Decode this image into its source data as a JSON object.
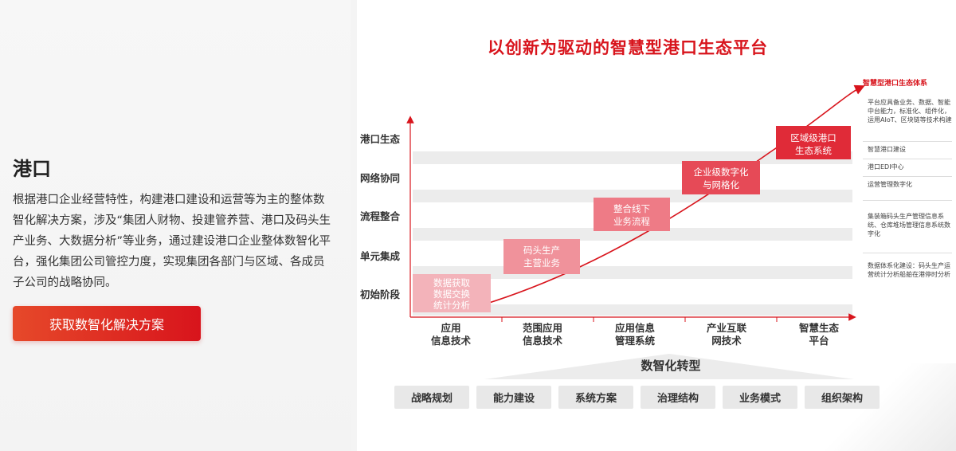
{
  "left": {
    "heading": "港口",
    "description": "根据港口企业经营特性，构建港口建设和运营等为主的整体数智化解决方案，涉及“集团人财物、投建管养营、港口及码头生产业务、大数据分析”等业务，通过建设港口企业整体数智化平台，强化集团公司管控力度，实现集团各部门与区域、各成员子公司的战略协同。",
    "cta_label": "获取数智化解决方案"
  },
  "diagram": {
    "title": "以创新为驱动的智慧型港口生态平台",
    "y_levels": [
      "港口生态",
      "网络协同",
      "流程整合",
      "单元集成",
      "初始阶段"
    ],
    "x_stages": [
      [
        "应用",
        "信息技术"
      ],
      [
        "范围应用",
        "信息技术"
      ],
      [
        "应用信息",
        "管理系统"
      ],
      [
        "产业互联",
        "网技术"
      ],
      [
        "智慧生态",
        "平台"
      ]
    ],
    "boxes": [
      [
        "数据获取",
        "数据交换",
        "统计分析"
      ],
      [
        "码头生产",
        "主营业务"
      ],
      [
        "整合线下",
        "业务流程"
      ],
      [
        "企业级数字化",
        "与网格化"
      ],
      [
        "区域级港口",
        "生态系统"
      ]
    ],
    "side_panel": {
      "header": "智慧型港口生态体系",
      "items": [
        "平台应具备业务、数据、智能中台能力，标准化、组件化，运用AIoT、区块链等技术构建",
        "智慧港口建设",
        "港口EDI中心",
        "运营管理数字化",
        "集装箱码头生产管理信息系统、仓库堆场管理信息系统数字化",
        "数据体系化建设：码头生产运营统计分析船舶在港停时分析"
      ]
    },
    "transform_title": "数智化转型",
    "tags": [
      "战略规划",
      "能力建设",
      "系统方案",
      "治理结构",
      "业务模式",
      "组织架构"
    ],
    "colors": {
      "accent": "#d8141c",
      "box_light": "#f3b3ba",
      "box_mid": "#ee7b86",
      "box_strong": "#e02b38"
    }
  }
}
